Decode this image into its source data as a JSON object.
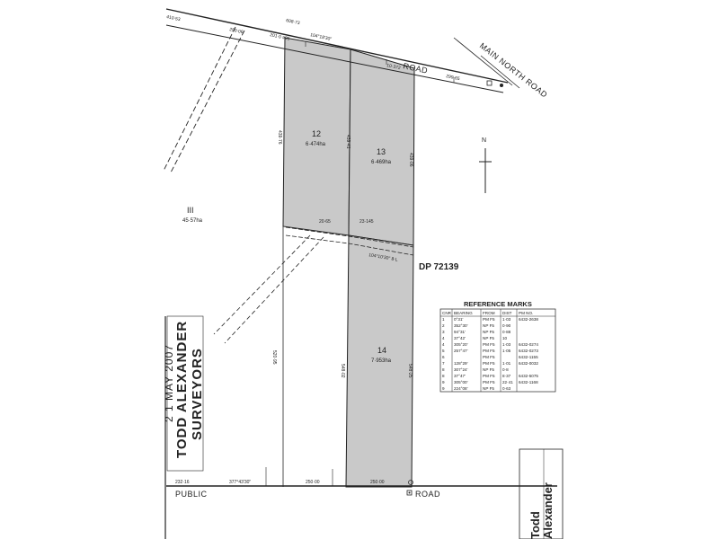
{
  "plan": {
    "roads": {
      "top_road": "ROAD",
      "main_north_road": "MAIN NORTH ROAD",
      "bottom_road_left": "PUBLIC",
      "bottom_road_right": "ROAD"
    },
    "lots": [
      {
        "number": "12",
        "area": "6·474ha"
      },
      {
        "number": "13",
        "area": "6·469ha"
      },
      {
        "number": "14",
        "area": "7·953ha"
      }
    ],
    "west_lot": {
      "number": "III",
      "area": "45·57ha"
    },
    "deposited_plan": "DP 72139",
    "north_label": "N",
    "stamp": {
      "date": "2 1 MAY 2007",
      "line1": "TODD ALEXANDER",
      "line2": "SURVEYORS"
    },
    "footer_logo_text": "Todd\nAlexander",
    "colors": {
      "lot_fill": "#c9c9c9",
      "line": "#222222"
    }
  },
  "reference_marks": {
    "title": "REFERENCE MARKS",
    "headers": [
      "CNR",
      "BEARING",
      "FROM",
      "DIST",
      "PM NO."
    ],
    "rows": [
      [
        "1",
        "0°31'",
        "PM F5",
        "1·03",
        "6432-2638"
      ],
      [
        "2",
        "352°30'",
        "NP F5",
        "0·90",
        ""
      ],
      [
        "3",
        "94°31'",
        "NP F5",
        "0·88",
        ""
      ],
      [
        "4",
        "37°42'",
        "NP F5",
        "10",
        ""
      ],
      [
        "4",
        "305°20'",
        "PM F5",
        "1·03",
        "6432-0274"
      ],
      [
        "5",
        "257°47'",
        "PM F5",
        "1·05",
        "6432-0273"
      ],
      [
        "6",
        "",
        "PM F5",
        "",
        "6432-1155"
      ],
      [
        "7",
        "128°29'",
        "PM F5",
        "1·01",
        "6432-0032"
      ],
      [
        "8",
        "307°24'",
        "NP F5",
        "0·8",
        ""
      ],
      [
        "8",
        "37°47'",
        "PM F5",
        "8·37",
        "6432-5075"
      ],
      [
        "9",
        "305°00'",
        "PM F5",
        "22·41",
        "6432-1168"
      ],
      [
        "9",
        "224°08'",
        "NP F5",
        "0·63",
        ""
      ]
    ]
  }
}
